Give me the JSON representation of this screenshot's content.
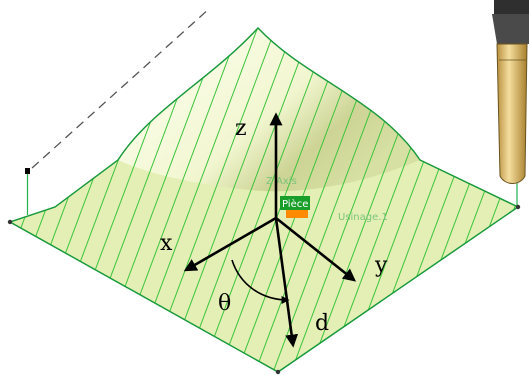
{
  "diagram": {
    "axes": {
      "z": "z",
      "x": "x",
      "y": "y",
      "d": "d",
      "theta": "θ"
    },
    "cad_labels": {
      "z_axis": "Z Axis",
      "part": "Pièce",
      "usinage": "Usinage.1"
    },
    "colors": {
      "surface": "#e3efb4",
      "surface_edge": "#22b14c",
      "stripes": "#3cc43c",
      "tool_body": "#e3c27a",
      "tool_holder": "#555555",
      "arrows": "#000000",
      "cad_label": "#6bc46b",
      "tag_orange": "#ff8a00",
      "tag_green_bg": "#1a9e2a"
    },
    "icons": {
      "tool": "end-mill-tool-icon",
      "axis_triad": "xyz-triad-icon"
    }
  }
}
